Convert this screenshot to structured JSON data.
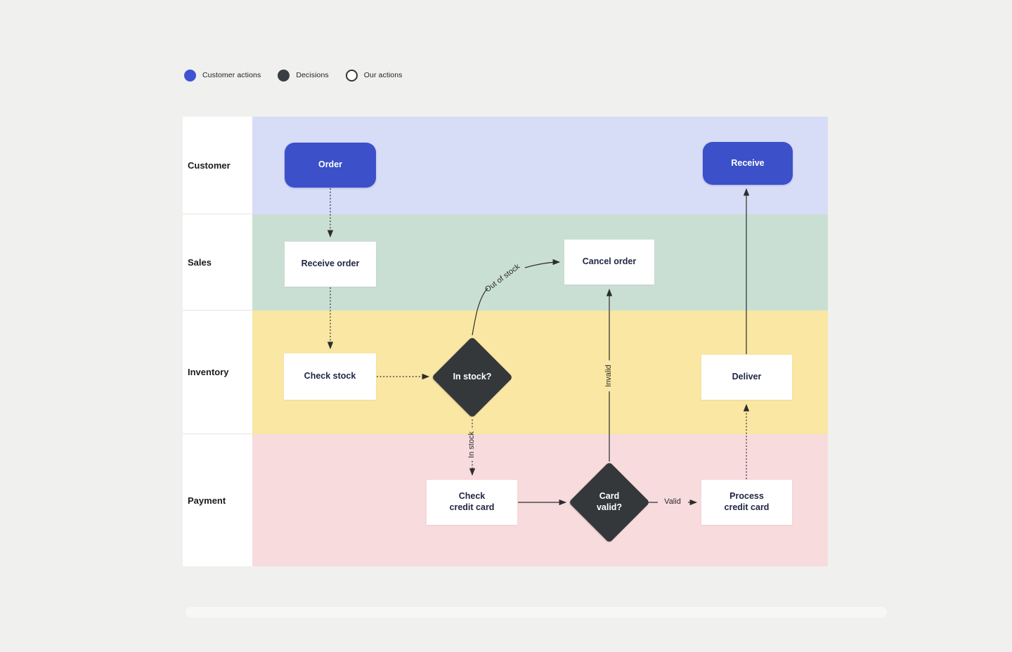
{
  "legend": {
    "items": [
      {
        "label": "Customer actions",
        "swatch": "filled-circle",
        "color": "#3f51d4"
      },
      {
        "label": "Decisions",
        "swatch": "filled-circle",
        "color": "#3a3d41"
      },
      {
        "label": "Our actions",
        "swatch": "outline-circle",
        "color": "#ffffff"
      }
    ]
  },
  "lanes": {
    "customer": {
      "label": "Customer",
      "color": "#d7dcf7"
    },
    "sales": {
      "label": "Sales",
      "color": "#cadfd4"
    },
    "inventory": {
      "label": "Inventory",
      "color": "#f9e7a3"
    },
    "payment": {
      "label": "Payment",
      "color": "#f8dbdc"
    }
  },
  "nodes": {
    "order": {
      "label": "Order",
      "type": "customer-action"
    },
    "receive": {
      "label": "Receive",
      "type": "customer-action"
    },
    "receive_order": {
      "label": "Receive order",
      "type": "our-action"
    },
    "cancel_order": {
      "label": "Cancel order",
      "type": "our-action"
    },
    "check_stock": {
      "label": "Check stock",
      "type": "our-action"
    },
    "in_stock": {
      "label": "In stock?",
      "type": "decision"
    },
    "deliver": {
      "label": "Deliver",
      "type": "our-action"
    },
    "check_credit_card": {
      "label": "Check\ncredit card",
      "type": "our-action"
    },
    "card_valid": {
      "label": "Card\nvalid?",
      "type": "decision"
    },
    "process_credit_card": {
      "label": "Process\ncredit card",
      "type": "our-action"
    }
  },
  "edge_labels": {
    "out_of_stock": "Out of stock",
    "in_stock": "In stock",
    "invalid": "Invalid",
    "valid": "Valid"
  },
  "colors": {
    "customer_action_fill": "#3c50c9",
    "decision_fill": "#35383b",
    "connector": "#2d2d2d",
    "canvas": "#f0f0ef"
  }
}
